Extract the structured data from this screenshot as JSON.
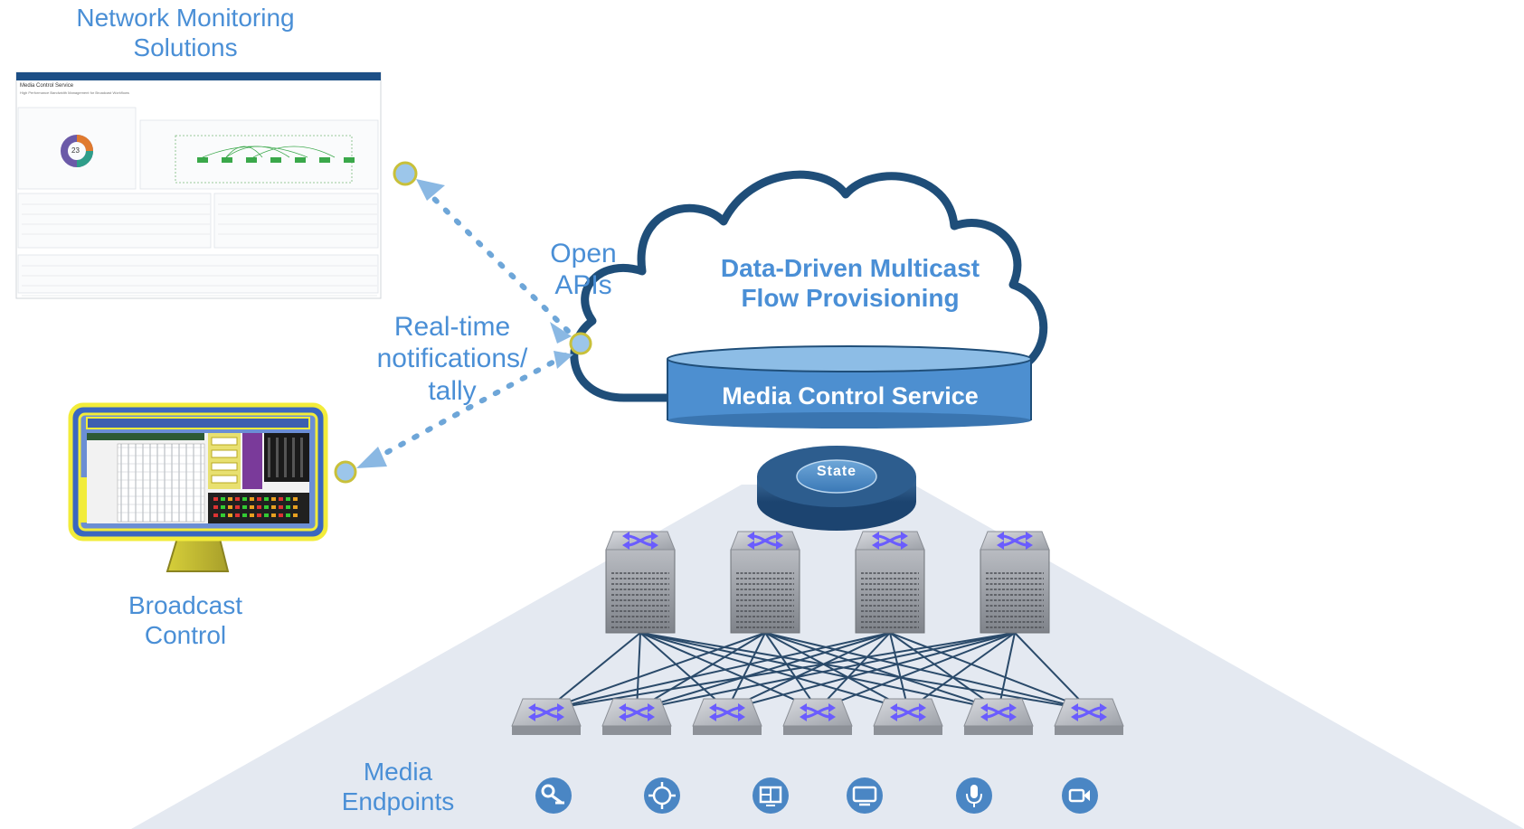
{
  "labels": {
    "monitoring_line1": "Network Monitoring",
    "monitoring_line2": "Solutions",
    "broadcast_line1": "Broadcast",
    "broadcast_line2": "Control",
    "media_line1": "Media",
    "media_line2": "Endpoints",
    "open_line1": "Open",
    "open_line2": "APIs",
    "realtime_line1": "Real-time",
    "realtime_line2": "notifications/",
    "realtime_line3": "tally",
    "cloud_line1": "Data-Driven Multicast",
    "cloud_line2": "Flow Provisioning",
    "mcs": "Media Control Service",
    "state": "State"
  },
  "dashboard": {
    "page_title": "Media Control Service",
    "subtitle": "High Performance Bandwidth Management for Broadcast Workflows",
    "donut_value": "23"
  },
  "colors": {
    "label_blue": "#4a8fd6",
    "cloud_outline": "#1f4e79",
    "mcs_fill": "#4d8fd0",
    "pyramid": "#e4e9f1",
    "fabric_line": "#2a4a6a",
    "endpoint_icon": "#4a86c4",
    "monitor_frame": "#f2ec3a"
  },
  "endpoints": [
    {
      "icon": "satellite-dish-icon"
    },
    {
      "icon": "router-icon"
    },
    {
      "icon": "multiviewer-icon"
    },
    {
      "icon": "monitor-icon"
    },
    {
      "icon": "microphone-icon"
    },
    {
      "icon": "video-camera-icon"
    }
  ]
}
